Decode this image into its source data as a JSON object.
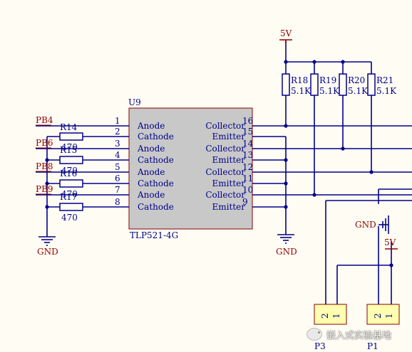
{
  "component": {
    "designator": "U9",
    "part": "TLP521-4G",
    "left_pins": [
      {
        "num": "1",
        "name": "Anode"
      },
      {
        "num": "2",
        "name": "Cathode"
      },
      {
        "num": "3",
        "name": "Anode"
      },
      {
        "num": "4",
        "name": "Cathode"
      },
      {
        "num": "5",
        "name": "Anode"
      },
      {
        "num": "6",
        "name": "Cathode"
      },
      {
        "num": "7",
        "name": "Anode"
      },
      {
        "num": "8",
        "name": "Cathode"
      }
    ],
    "right_pins": [
      {
        "num": "16",
        "name": "Collector"
      },
      {
        "num": "15",
        "name": "Emitter"
      },
      {
        "num": "14",
        "name": "Collector"
      },
      {
        "num": "13",
        "name": "Emitter"
      },
      {
        "num": "12",
        "name": "Collector"
      },
      {
        "num": "11",
        "name": "Emitter"
      },
      {
        "num": "10",
        "name": "Collector"
      },
      {
        "num": "9",
        "name": "Emitter"
      }
    ]
  },
  "nets": [
    "PB4",
    "PB6",
    "PB8",
    "PB9"
  ],
  "input_resistors": [
    {
      "ref": "R14",
      "value": "470"
    },
    {
      "ref": "R15",
      "value": "470"
    },
    {
      "ref": "R16",
      "value": "470"
    },
    {
      "ref": "R17",
      "value": "470"
    }
  ],
  "pullups": [
    {
      "ref": "R18",
      "value": "5.1K"
    },
    {
      "ref": "R19",
      "value": "5.1K"
    },
    {
      "ref": "R20",
      "value": "5.1K"
    },
    {
      "ref": "R21",
      "value": "5.1K"
    }
  ],
  "power": {
    "vcc_top": "5V",
    "vcc_right": "5V",
    "gnd_left": "GND",
    "gnd_mid": "GND",
    "gnd_right": "GND"
  },
  "connectors": [
    {
      "ref": "P3",
      "pin_a": "2",
      "pin_b": "1"
    },
    {
      "ref": "P1",
      "pin_a": "2",
      "pin_b": "1"
    }
  ],
  "watermark": "嵌入式实验基地",
  "colors": {
    "wire": "#00008b",
    "label": "#8b0000",
    "ic_fill": "#c8c8c8",
    "part_border": "#8b0000",
    "connector_fill": "#ffffb0"
  }
}
